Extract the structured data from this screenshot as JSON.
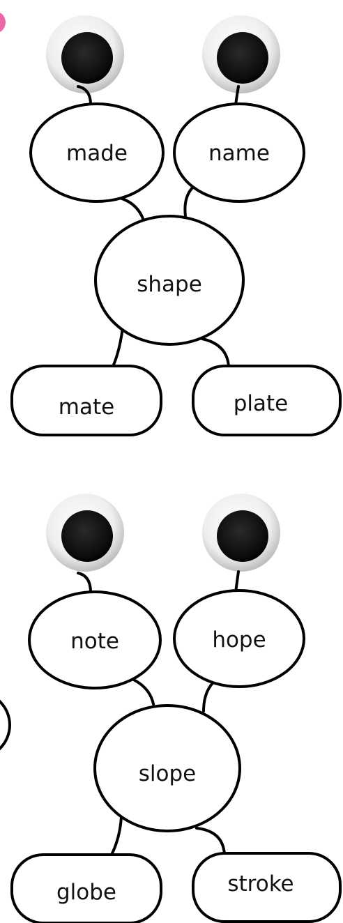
{
  "groups": [
    {
      "center": "shape",
      "left_eye_word": "made",
      "right_eye_word": "name",
      "left_leg_word": "mate",
      "right_leg_word": "plate"
    },
    {
      "center": "slope",
      "left_eye_word": "note",
      "right_eye_word": "hope",
      "left_leg_word": "globe",
      "right_leg_word": "stroke"
    }
  ],
  "colors": {
    "outline": "#000000",
    "pupil": "#111111",
    "eye_white": "#f2f2f2",
    "edge_accent": "#e86aa8"
  }
}
